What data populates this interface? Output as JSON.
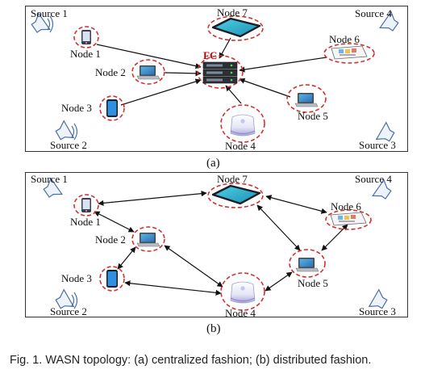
{
  "panels": [
    {
      "subcaption": "(a)",
      "center_label": "FC",
      "sources": [
        "Source 1",
        "Source 4",
        "Source 2",
        "Source 3"
      ],
      "nodes": [
        "Node 7",
        "Node 1",
        "Node 6",
        "Node 2",
        "Node 3",
        "Node 5",
        "Node 4"
      ]
    },
    {
      "subcaption": "(b)",
      "sources": [
        "Source 1",
        "Source 4",
        "Source 2",
        "Source 3"
      ],
      "nodes": [
        "Node 7",
        "Node 1",
        "Node 6",
        "Node 2",
        "Node 3",
        "Node 5",
        "Node 4"
      ]
    }
  ],
  "caption": "Fig. 1. WASN topology: (a) centralized fashion; (b) distributed fashion.",
  "colors": {
    "ring": "#d32f2f",
    "arrow": "#111111",
    "frame": "#333333"
  }
}
